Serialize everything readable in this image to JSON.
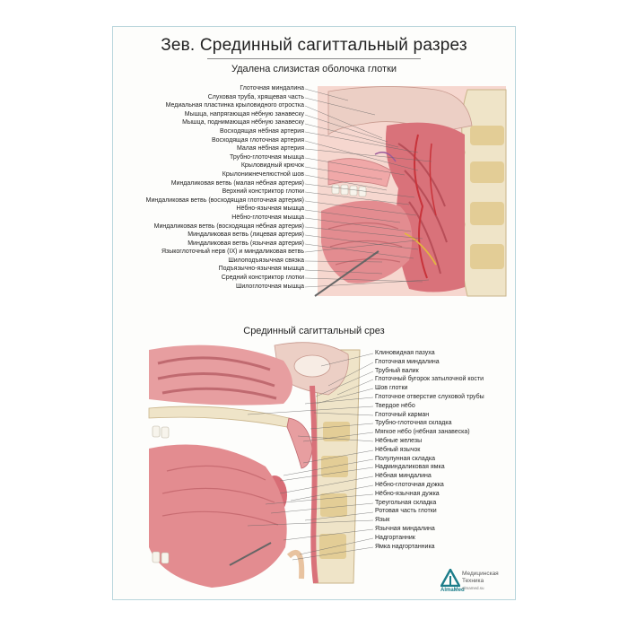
{
  "poster": {
    "title": "Зев. Срединный сагиттальный разрез",
    "top_subtitle": "Удалена слизистая оболочка глотки",
    "bottom_subtitle": "Срединный сагиттальный срез"
  },
  "labels_top": [
    "Глоточная миндалина",
    "Слуховая труба, хрящевая часть",
    "Медиальная пластинка крыловидного отростка",
    "Мышца, напрягающая нёбную занавеску",
    "Мышца, поднимающая нёбную занавеску",
    "Восходящая нёбная артерия",
    "Восходящая глоточная артерия",
    "Малая нёбная артерия",
    "Трубно-глоточная мышца",
    "Крыловидный крючок",
    "Крылонижнечелюстной шов",
    "Миндаликовая ветвь (малая нёбная артерия)",
    "Верхний констриктор глотки",
    "Миндаликовая ветвь (восходящая глоточная артерия)",
    "Нёбно-язычная мышца",
    "Нёбно-глоточная мышца",
    "Миндаликовая ветвь (восходящая нёбная артерия)",
    "Миндаликовая ветвь (лицевая артерия)",
    "Миндаликовая ветвь (язычная артерия)",
    "Языкоглоточный нерв (IX) и миндаликовая ветвь",
    "Шилоподъязычная связка",
    "Подъязычно-язычная мышца",
    "Средний констриктор глотки",
    "Шилоглоточная мышца"
  ],
  "labels_bottom": [
    "Клиновидная пазуха",
    "Глоточная миндалина",
    "Трубный валик",
    "Глоточный бугорок затылочной кости",
    "Шов глотки",
    "Глоточное отверстие слуховой трубы",
    "Твердое нёбо",
    "Глоточный карман",
    "Трубно-глоточная складка",
    "Мягкое нёбо (нёбная занавеска)",
    "Нёбные железы",
    "Нёбный язычок",
    "Полулунная складка",
    "Надминдаликовая ямка",
    "Нёбная миндалина",
    "Нёбно-глоточная дужка",
    "Нёбно-язычная дужка",
    "Треугольная складка",
    "Ротовая часть глотки",
    "Язык",
    "Язычная миндалина",
    "Надгортанник",
    "Ямка надгортанника"
  ],
  "logo": {
    "name": "AlmaMed",
    "line1": "Медицинская",
    "line2": "Техника",
    "url": "almamed.su"
  },
  "colors": {
    "frame": "#b9d6dc",
    "muscle": "#d9727a",
    "tissue": "#f0a8a8",
    "bone": "#efe4c8",
    "artery": "#c8333a",
    "nerve": "#e3b640",
    "teal_logo": "#1c7d8a"
  }
}
